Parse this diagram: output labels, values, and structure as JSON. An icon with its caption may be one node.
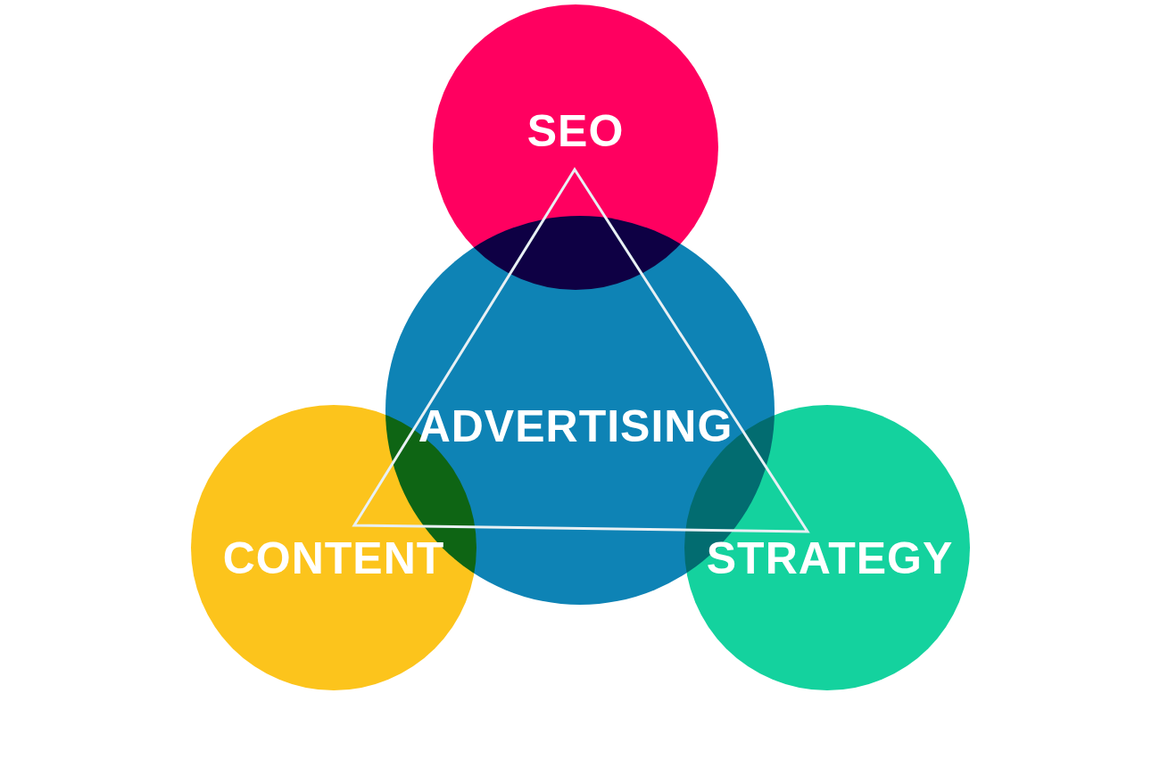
{
  "diagram": {
    "nodes": [
      {
        "text": [
          "SEO"
        ]
      },
      {
        "text": [
          "ADVERTISING"
        ]
      },
      {
        "text": [
          "CONTENT"
        ]
      },
      {
        "text": [
          "STRATEGY"
        ]
      }
    ]
  }
}
